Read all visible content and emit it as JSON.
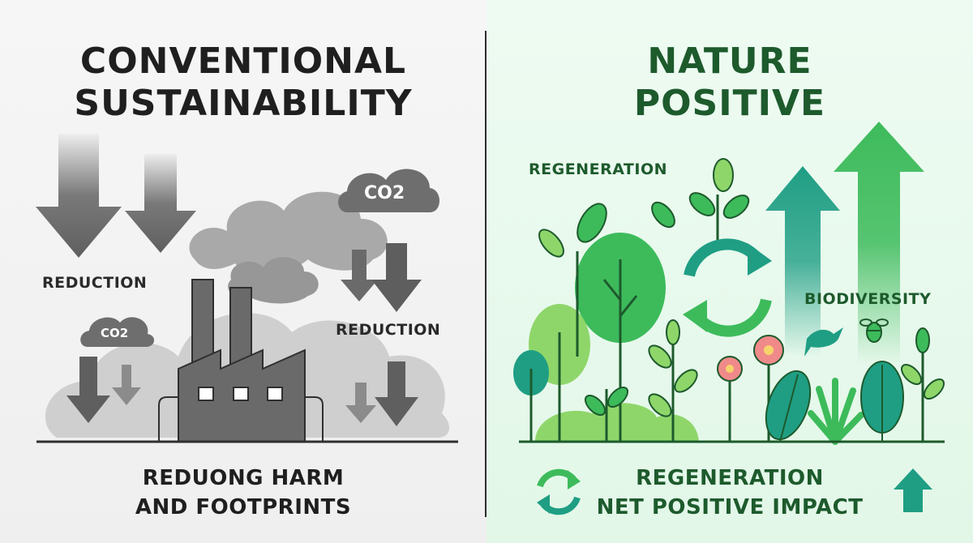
{
  "left": {
    "title": {
      "line1": "CONVENTIONAL",
      "line2": "SUSTAINABILITY"
    },
    "labels": {
      "reduction_left": "REDUCTION",
      "reduction_right": "REDUCTION"
    },
    "co2_labels": {
      "large": "CO2",
      "small": "CO2"
    },
    "tagline": {
      "line1": "REDUONG HARM",
      "line2": "AND FOOTPRINTS"
    },
    "icons": [
      "down-arrow-icon",
      "factory-icon",
      "cloud-icon",
      "smoke-icon"
    ],
    "colors": {
      "dark": "#5f5f5f",
      "mid": "#8a8a8a",
      "light": "#c9c9c9"
    }
  },
  "right": {
    "title": {
      "line1": "NATURE",
      "line2": "POSITIVE"
    },
    "labels": {
      "regeneration": "REGENERATION",
      "biodiversity": "BIODIVERSITY"
    },
    "tagline": {
      "line1": "REGENERATION",
      "line2": "NET POSITIVE IMPACT"
    },
    "icons": [
      "up-arrow-icon",
      "cycle-icon",
      "leaf-icon",
      "flower-icon",
      "bird-icon",
      "bee-icon"
    ],
    "colors": {
      "green": "#3dbb5b",
      "teal": "#1f9e84",
      "dark_green": "#1d5a2c",
      "light_green": "#8fd66a"
    }
  }
}
